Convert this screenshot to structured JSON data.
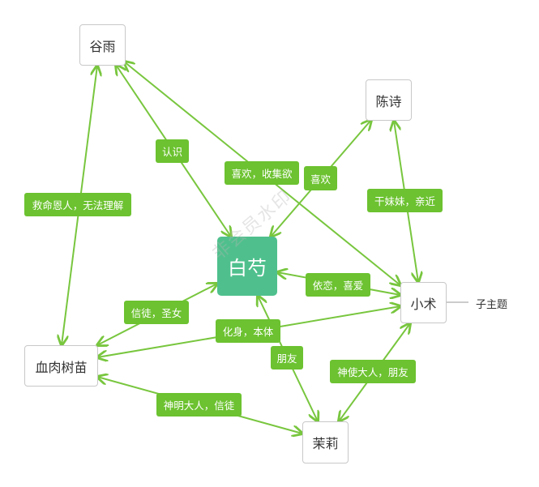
{
  "nodes": {
    "guyu": "谷雨",
    "chenshi": "陈诗",
    "baishao": "白芍",
    "xiaoshu": "小术",
    "xuerou": "血肉树苗",
    "moli": "茉莉"
  },
  "subtopic": "子主题",
  "watermark": "非会员水印",
  "edges": [
    {
      "from": "guyu",
      "to": "xuerou",
      "label": "救命恩人，无法理解"
    },
    {
      "from": "guyu",
      "to": "baishao",
      "label": "认识"
    },
    {
      "from": "guyu",
      "to": "xiaoshu",
      "label": "喜欢，收集欲"
    },
    {
      "from": "chenshi",
      "to": "baishao",
      "label": "喜欢"
    },
    {
      "from": "chenshi",
      "to": "xiaoshu",
      "label": "干妹妹，亲近"
    },
    {
      "from": "xiaoshu",
      "to": "baishao",
      "label": "依恋，喜爱"
    },
    {
      "from": "baishao",
      "to": "xuerou",
      "label": "信徒，圣女"
    },
    {
      "from": "xiaoshu",
      "to": "xuerou",
      "label": "化身，本体"
    },
    {
      "from": "baishao",
      "to": "moli",
      "label": "朋友"
    },
    {
      "from": "xiaoshu",
      "to": "moli",
      "label": "神使大人，朋友"
    },
    {
      "from": "xuerou",
      "to": "moli",
      "label": "神明大人，信徒"
    }
  ],
  "colors": {
    "line": "#78c63e",
    "label_bg": "#6cc230",
    "center": "#4fc08d"
  }
}
